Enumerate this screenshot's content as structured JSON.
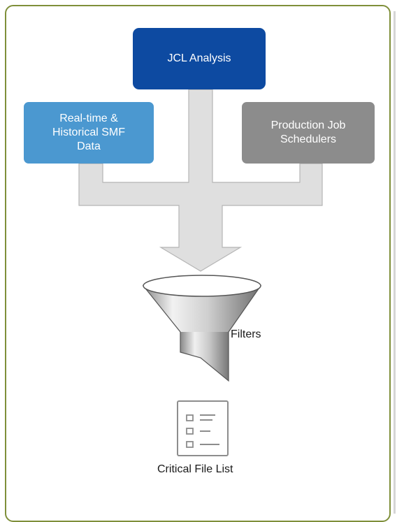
{
  "diagram": {
    "sources": {
      "jcl": {
        "label": "JCL Analysis",
        "color": "#0d4aa1"
      },
      "smf": {
        "label": "Real-time &\nHistorical SMF\nData",
        "color": "#4b98d0"
      },
      "schedulers": {
        "label": "Production Job\nSchedulers",
        "color": "#8c8c8c"
      }
    },
    "filter_label": "Filters",
    "output_label": "Critical File List",
    "icons": {
      "funnel": "funnel-icon",
      "document": "document-list-icon"
    },
    "colors": {
      "frame_border": "#7f8f3a",
      "arrow_fill": "#dfdfdf",
      "arrow_stroke": "#b5b5b5"
    }
  }
}
